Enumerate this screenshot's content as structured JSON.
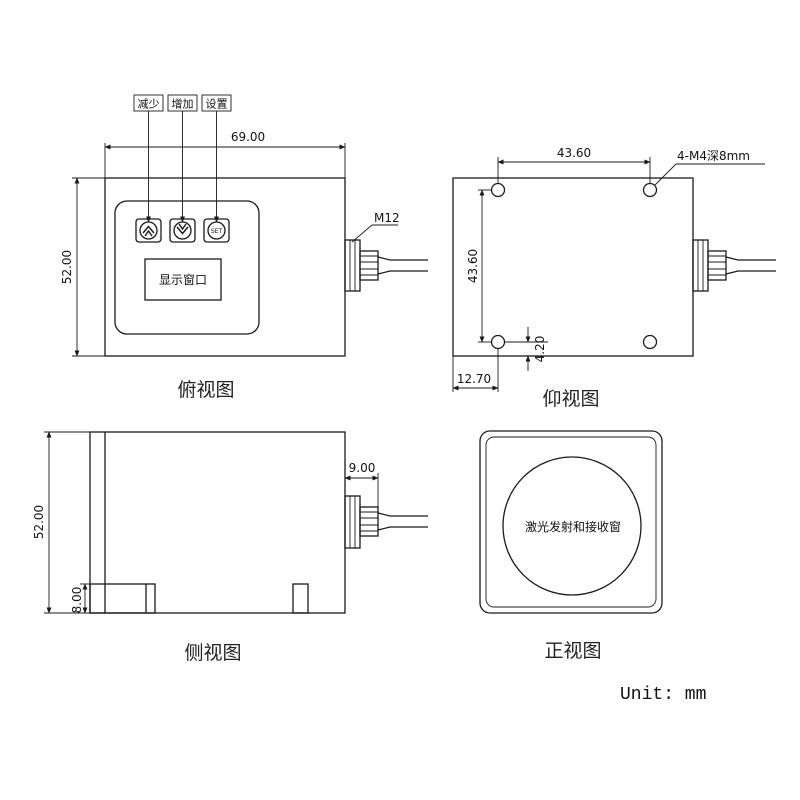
{
  "views": {
    "top": "俯视图",
    "bottom": "仰视图",
    "side": "侧视图",
    "front": "正视图"
  },
  "buttons": {
    "decrease": "减少",
    "increase": "增加",
    "set": "设置",
    "set_key": "SET"
  },
  "display_window": "显示窗口",
  "laser_window": "激光发射和接收窗",
  "dimensions": {
    "top_width": "69.00",
    "top_height": "52.00",
    "cable_thread": "M12",
    "hole_spacing_x": "43.60",
    "hole_spacing_y": "43.60",
    "mount_holes": "4-M4深8mm",
    "hole_offset_y": "4.20",
    "hole_offset_x": "12.70",
    "connector_offset": "9.00",
    "side_height": "52.00",
    "foot_height": "8.00"
  },
  "unit_label": "Unit: mm"
}
